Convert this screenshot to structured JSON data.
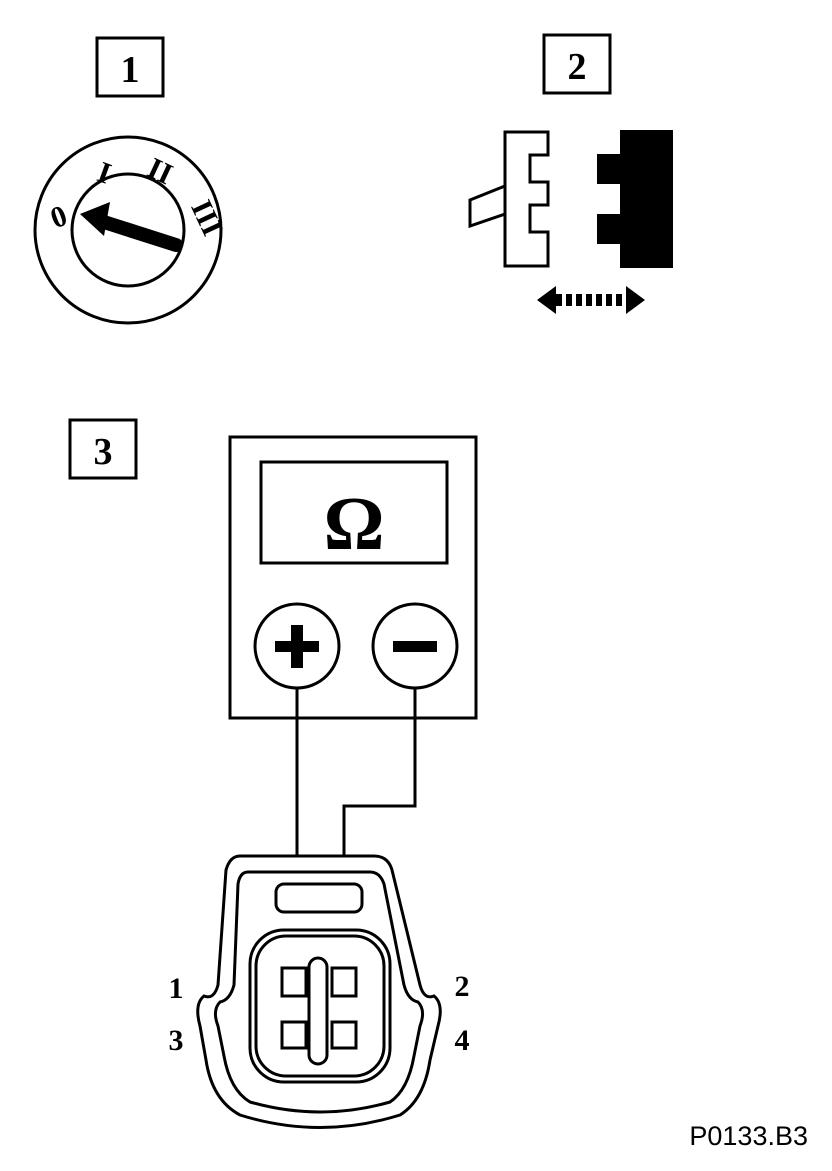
{
  "steps": {
    "step1": "1",
    "step2": "2",
    "step3": "3"
  },
  "ignition": {
    "positions": [
      "0",
      "I",
      "II",
      "III"
    ]
  },
  "meter": {
    "unit": "Ω",
    "positive": "+",
    "negative": "−"
  },
  "connector": {
    "pins": [
      "1",
      "2",
      "3",
      "4"
    ]
  },
  "figure_code": "P0133.B3",
  "colors": {
    "ink": "#000000",
    "paper": "#ffffff"
  }
}
